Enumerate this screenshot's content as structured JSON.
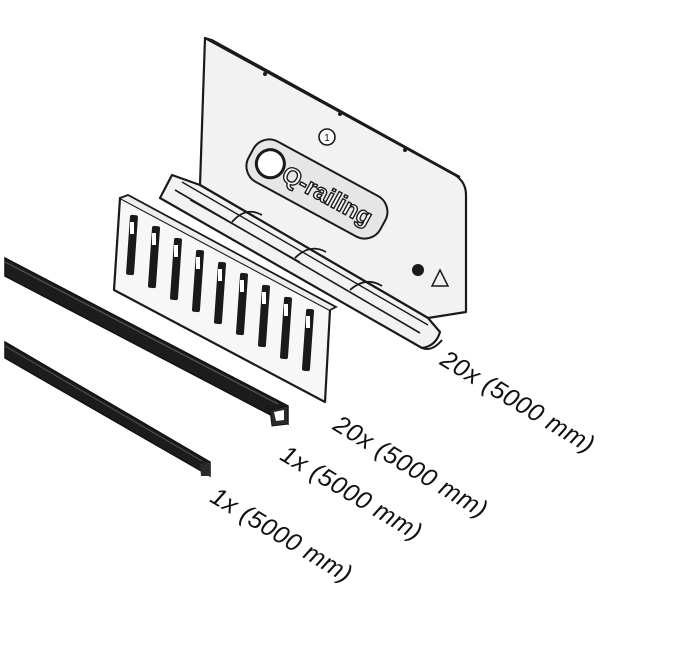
{
  "labels": {
    "base_profile_qty": "20x (5000 mm)",
    "clip_strip_qty": "20x (5000 mm)",
    "gasket_upper_qty": "1x (5000 mm)",
    "gasket_lower_qty": "1x (5000 mm)"
  },
  "base_profile": {
    "logo_text": "Q-railing",
    "step_number": "1"
  },
  "colors": {
    "line": "#1a1a1a",
    "fill": "#f2f2f2",
    "gasket": "#1c1c1c",
    "logo_panel": "#e6e6e6"
  },
  "icons": [
    "recycle-triangle-icon"
  ]
}
